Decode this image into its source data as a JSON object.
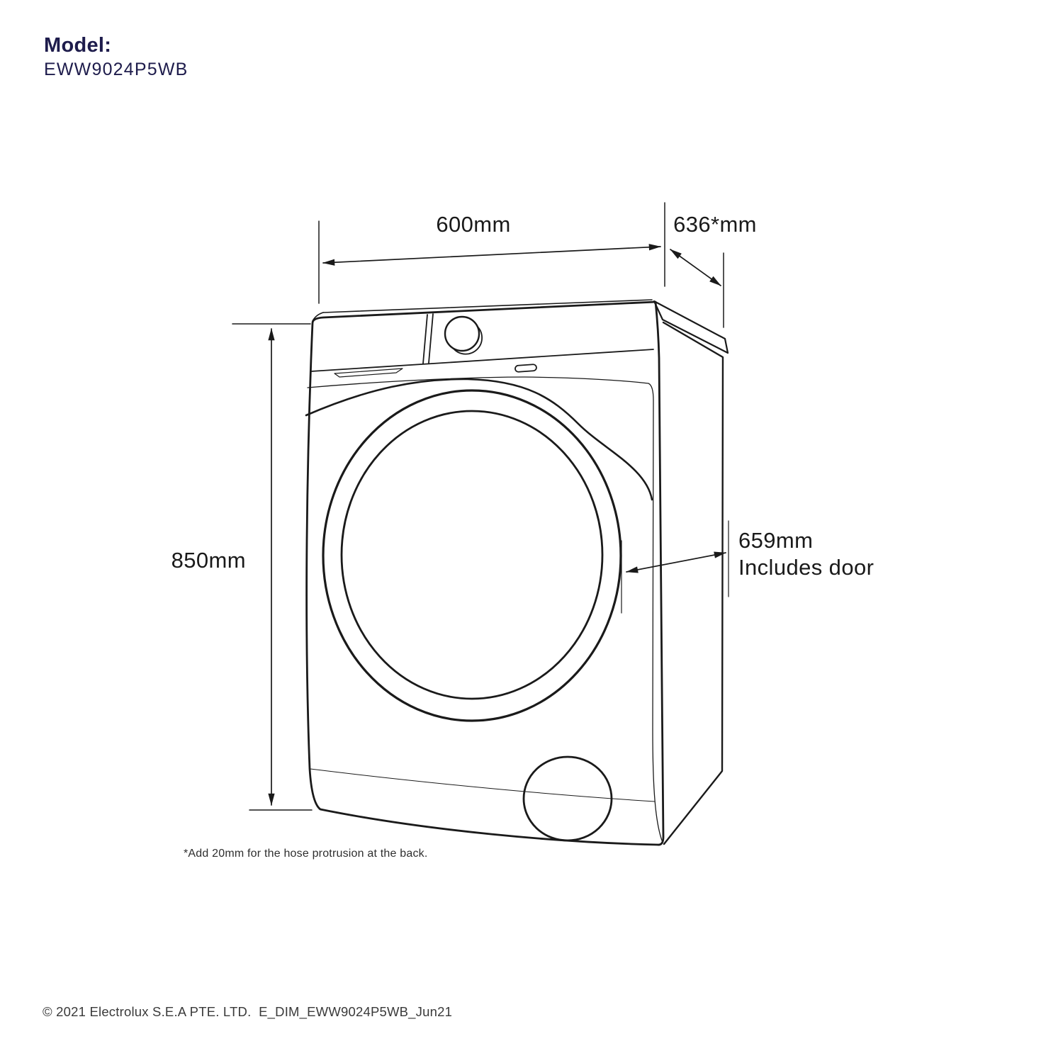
{
  "header": {
    "model_label": "Model:",
    "model_number": "EWW9024P5WB"
  },
  "dimensions": {
    "width_label": "600mm",
    "depth_label": "636*mm",
    "height_label": "850mm",
    "door_depth_label": "659mm",
    "door_depth_sublabel": "Includes door"
  },
  "footnote": "*Add 20mm for the hose protrusion at the back.",
  "footer": "© 2021 Electrolux S.E.A PTE. LTD.  E_DIM_EWW9024P5WB_Jun21",
  "colors": {
    "brand_navy": "#1e1c4c",
    "line_art": "#1a1a1a",
    "dim_text": "#1a1a1a",
    "muted_text": "#3a3a3a",
    "background": "#ffffff"
  }
}
